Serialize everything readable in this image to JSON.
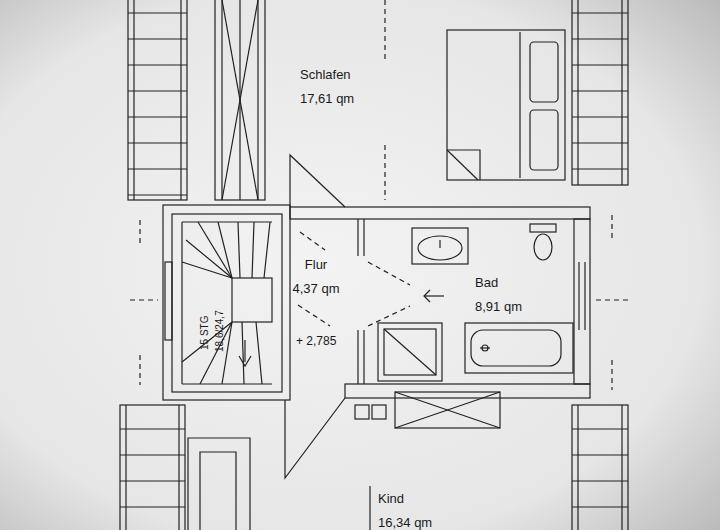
{
  "diagram": {
    "nodes": [
      {
        "text": [
          "Schlafen",
          "17,61 qm"
        ]
      },
      {
        "text": [
          "Flur",
          "4,37 qm"
        ]
      },
      {
        "text": [
          "Bad",
          "8,91 qm"
        ]
      },
      {
        "text": [
          "Kind",
          "16,34 qm"
        ]
      }
    ],
    "labels": [
      "15 STG",
      "18,6/24,7",
      "+ 2,785"
    ]
  }
}
